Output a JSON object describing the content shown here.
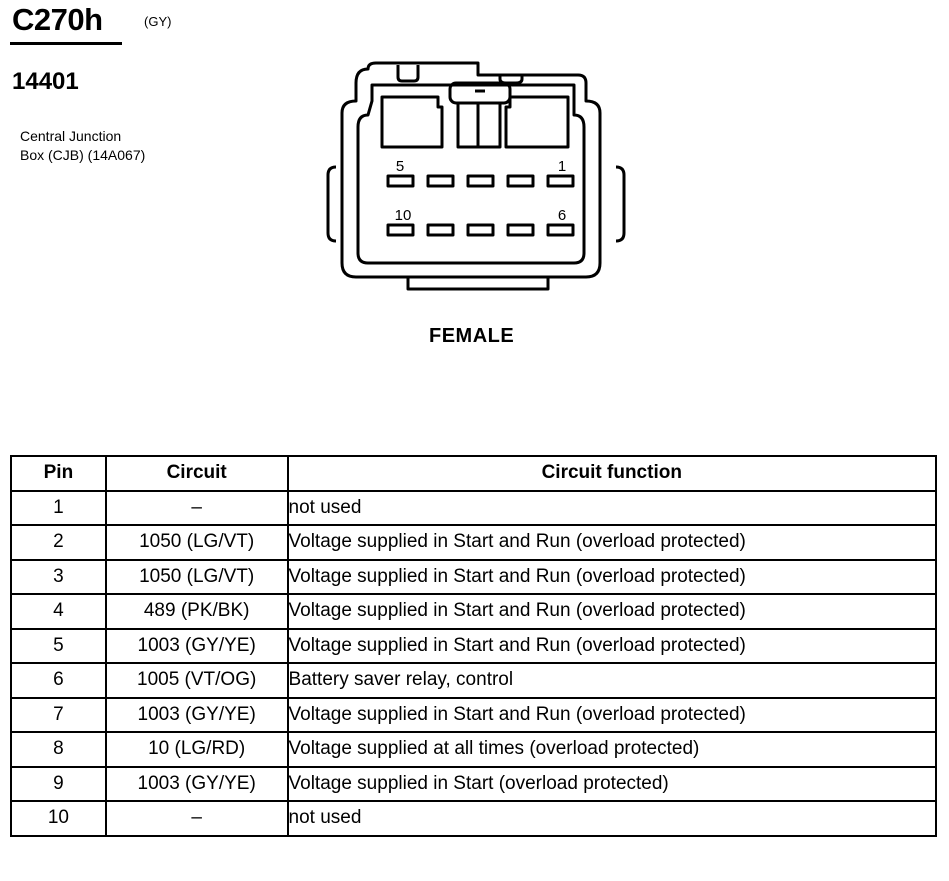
{
  "header": {
    "connector_id": "C270h",
    "color_code": "(GY)",
    "part_number": "14401",
    "description_lines": [
      "Central Junction",
      "Box (CJB) (14A067)"
    ]
  },
  "diagram": {
    "pin_labels": {
      "top_left": "5",
      "top_right": "1",
      "bottom_left": "10",
      "bottom_right": "6"
    },
    "gender": "FEMALE"
  },
  "table": {
    "headers": {
      "pin": "Pin",
      "circuit": "Circuit",
      "function": "Circuit function"
    },
    "rows": [
      {
        "pin": "1",
        "circuit": "–",
        "function": "not used"
      },
      {
        "pin": "2",
        "circuit": "1050 (LG/VT)",
        "function": "Voltage supplied in Start and Run (overload protected)"
      },
      {
        "pin": "3",
        "circuit": "1050 (LG/VT)",
        "function": "Voltage supplied in Start and Run (overload protected)"
      },
      {
        "pin": "4",
        "circuit": "489 (PK/BK)",
        "function": "Voltage supplied in Start and Run (overload protected)"
      },
      {
        "pin": "5",
        "circuit": "1003 (GY/YE)",
        "function": "Voltage supplied in Start and Run (overload protected)"
      },
      {
        "pin": "6",
        "circuit": "1005 (VT/OG)",
        "function": "Battery saver relay, control"
      },
      {
        "pin": "7",
        "circuit": "1003 (GY/YE)",
        "function": "Voltage supplied in Start and Run (overload protected)"
      },
      {
        "pin": "8",
        "circuit": "10 (LG/RD)",
        "function": "Voltage supplied at all times (overload protected)"
      },
      {
        "pin": "9",
        "circuit": "1003 (GY/YE)",
        "function": "Voltage supplied in Start (overload protected)"
      },
      {
        "pin": "10",
        "circuit": "–",
        "function": "not used"
      }
    ]
  }
}
